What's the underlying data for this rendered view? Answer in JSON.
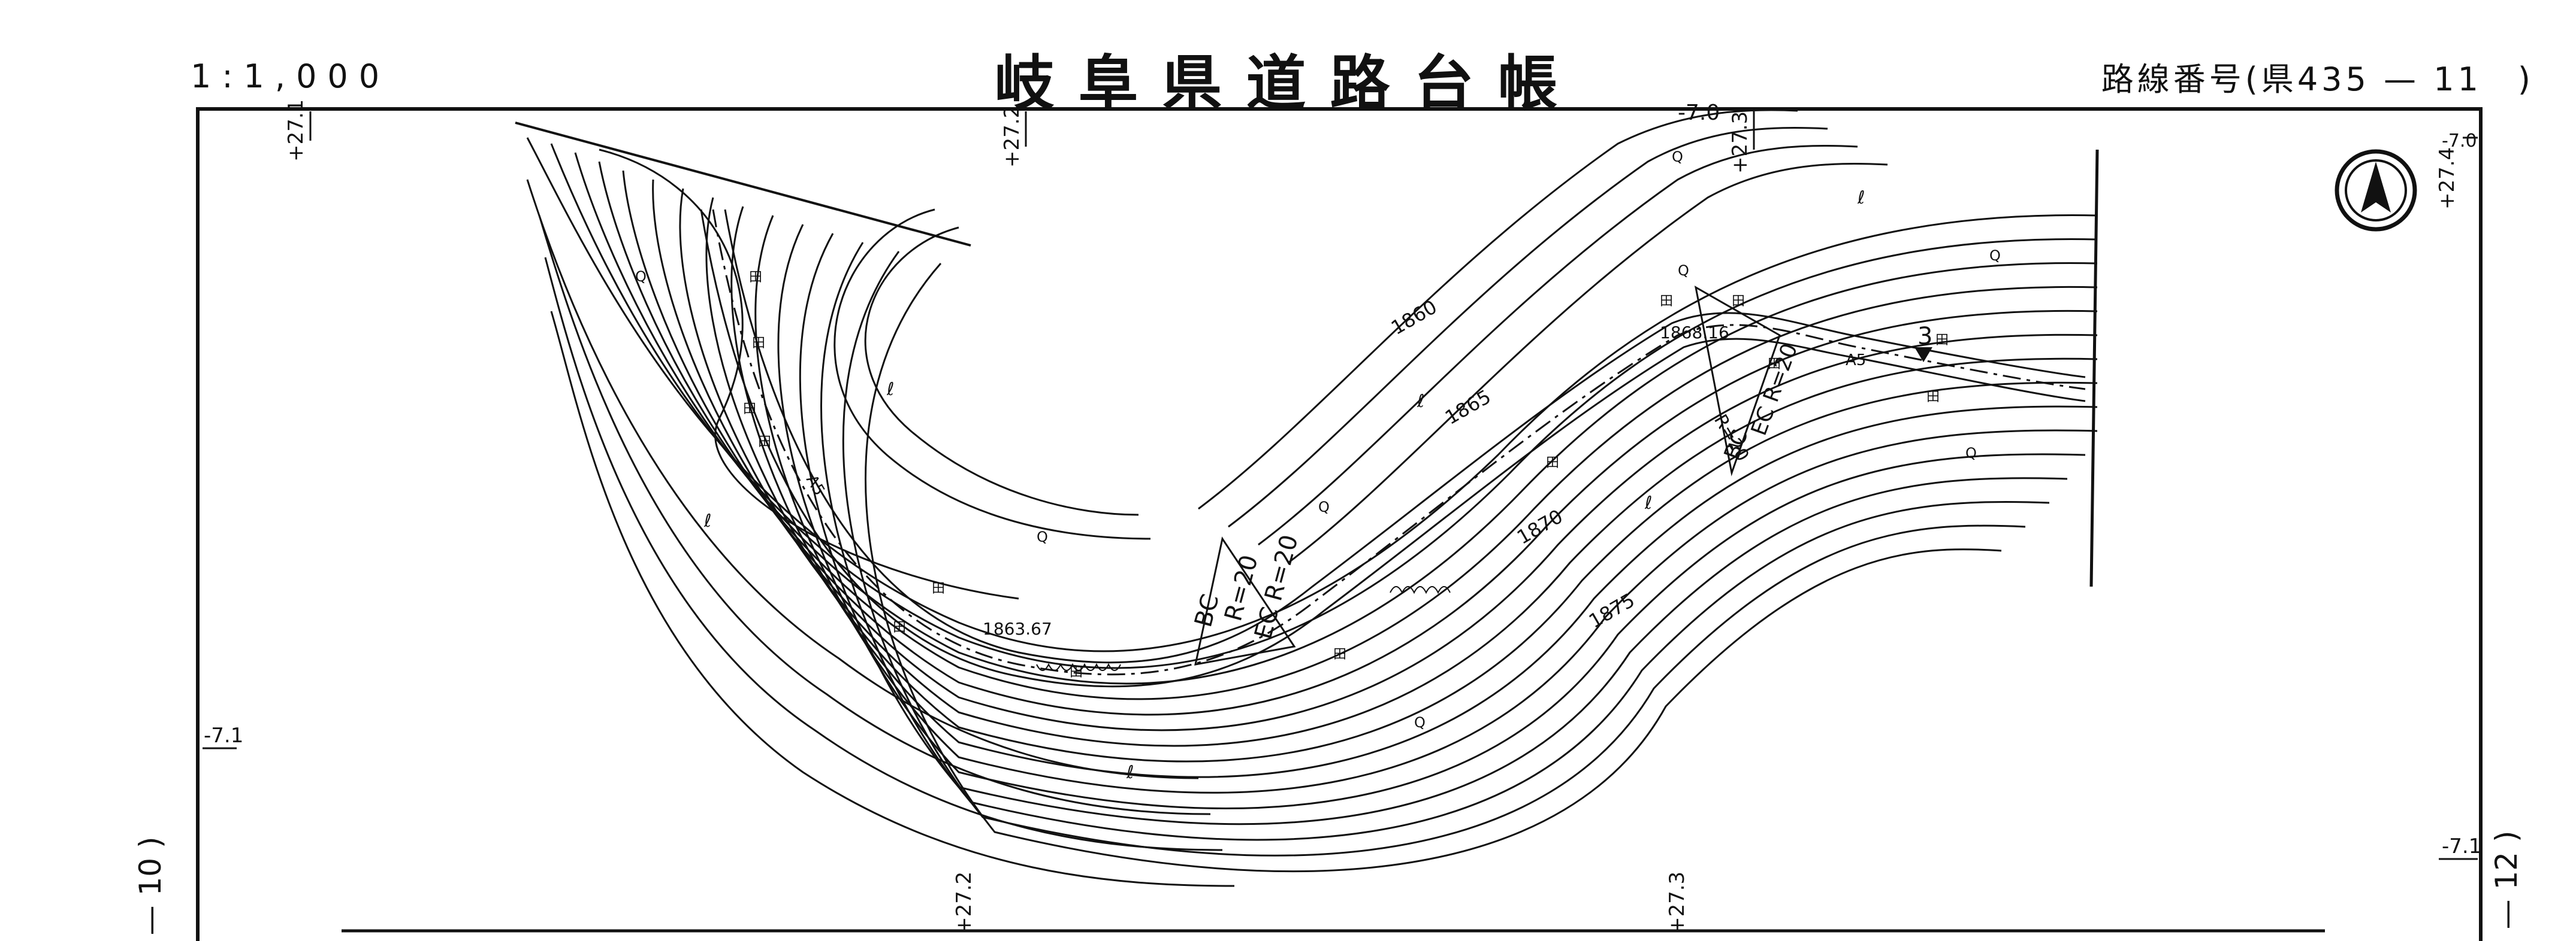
{
  "header": {
    "scale": "1:1,000",
    "title": "岐阜県道路台帳",
    "route_label": "路線番号(県435 — 11　)"
  },
  "side_labels": {
    "left_sheet": "— 10 )",
    "right_sheet": "— 12 )"
  },
  "grid_labels": {
    "top_left": "+27.1",
    "top_mid": "+27.2",
    "top_right": "+27.3",
    "right_top": "+27.4",
    "top_dash": "-7.0",
    "right_dash": "-7.0",
    "left_mid": "-7.1",
    "right_mid": "-7.1",
    "bottom_left": "+27.2",
    "bottom_right": "+27.3"
  },
  "elevations": {
    "c1860": "1860",
    "c1865": "1865",
    "c1870": "1870",
    "c1875": "1875",
    "spot1": "1863.67",
    "spot2": "1868.16"
  },
  "curve_labels": {
    "left_bc": "BC",
    "left_r": "R=20",
    "left_ec": "EC R=20",
    "right_bc": "BC",
    "right_r": "R=20",
    "right_ec": "EC R=20",
    "marker_no": "3",
    "a1": "A5",
    "a2": "A5"
  },
  "symbols": {
    "north_arrow": "north-arrow-icon",
    "field": "田",
    "forest": "ℓ",
    "orchard": "Q"
  }
}
